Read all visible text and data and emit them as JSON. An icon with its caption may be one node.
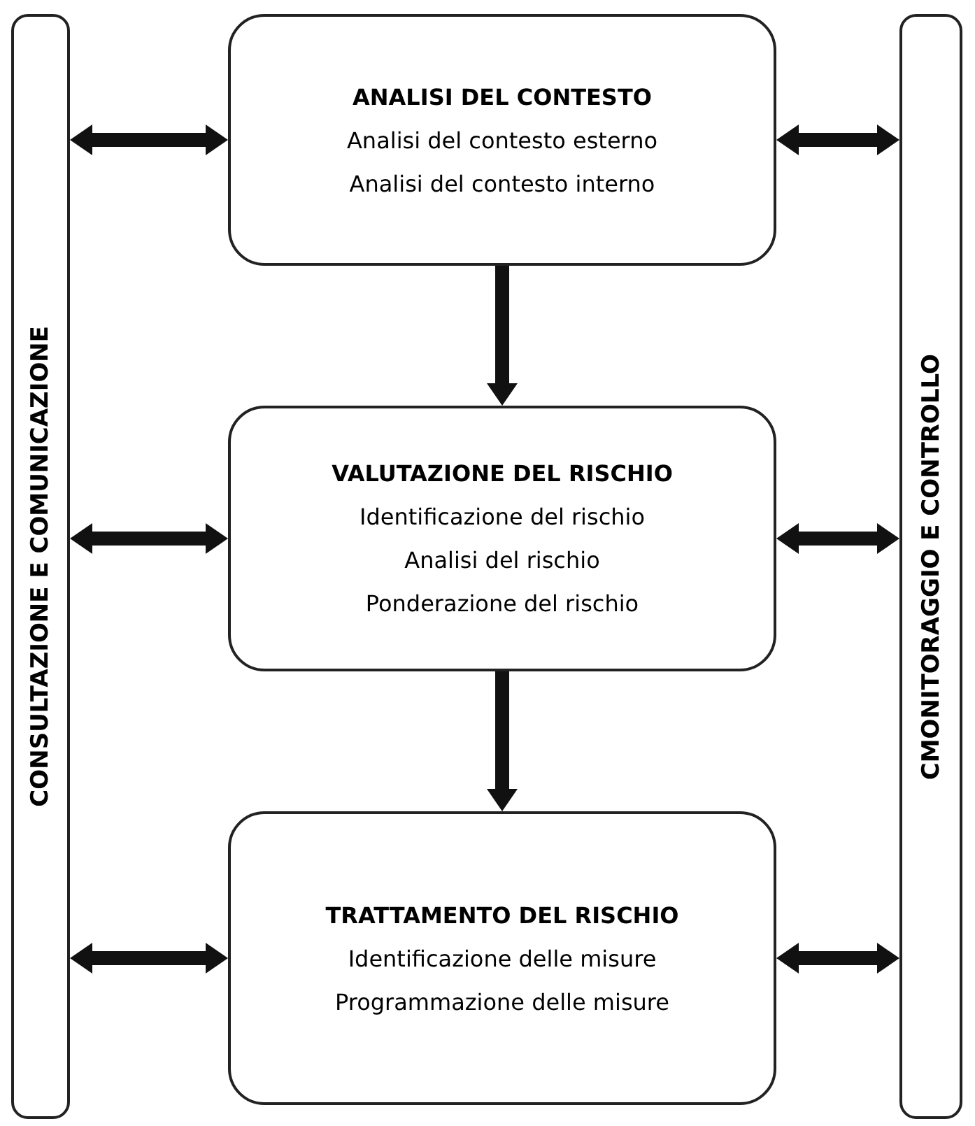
{
  "diagram": {
    "nodes": [
      {
        "text": [
          "CONSULTAZIONE E COMUNICAZIONE"
        ]
      },
      {
        "text": [
          "ANALISI DEL CONTESTO",
          "Analisi del contesto esterno",
          "Analisi del contesto interno"
        ]
      },
      {
        "text": [
          "VALUTAZIONE DEL RISCHIO",
          "Identificazione del rischio",
          "Analisi del rischio",
          "Ponderazione del rischio"
        ]
      },
      {
        "text": [
          "TRATTAMENTO DEL RISCHIO",
          "Identificazione delle misure",
          "Programmazione delle misure"
        ]
      },
      {
        "text": [
          "CMONITORAGGIO E CONTROLLO"
        ]
      }
    ],
    "edges": [
      {
        "from": 0,
        "to": 1,
        "arrow": "both"
      },
      {
        "from": 1,
        "to": 4,
        "arrow": "both"
      },
      {
        "from": 1,
        "to": 2,
        "arrow": "to"
      },
      {
        "from": 0,
        "to": 2,
        "arrow": "both"
      },
      {
        "from": 2,
        "to": 4,
        "arrow": "both"
      },
      {
        "from": 2,
        "to": 3,
        "arrow": "to"
      },
      {
        "from": 0,
        "to": 3,
        "arrow": "both"
      },
      {
        "from": 3,
        "to": 4,
        "arrow": "both"
      }
    ]
  }
}
